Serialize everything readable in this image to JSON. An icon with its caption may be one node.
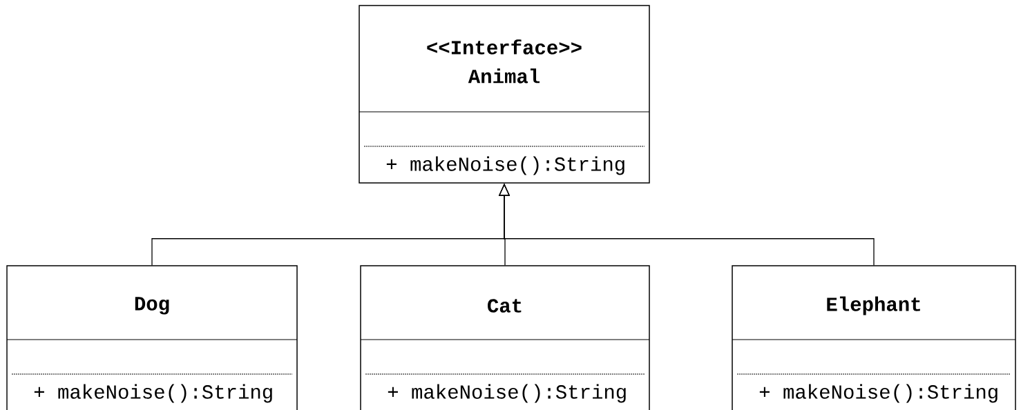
{
  "diagram": {
    "nodes": [
      {
        "text": [
          "<<Interface>>",
          "Animal",
          "+ makeNoise():String"
        ]
      },
      {
        "text": [
          "Dog",
          "+ makeNoise():String"
        ]
      },
      {
        "text": [
          "Cat",
          "+ makeNoise():String"
        ]
      },
      {
        "text": [
          "Elephant",
          "+ makeNoise():String"
        ]
      }
    ],
    "edges": [
      {
        "from": 1,
        "to": 0,
        "arrow": "to"
      },
      {
        "from": 2,
        "to": 0,
        "arrow": "to"
      },
      {
        "from": 3,
        "to": 0,
        "arrow": "to"
      }
    ]
  }
}
